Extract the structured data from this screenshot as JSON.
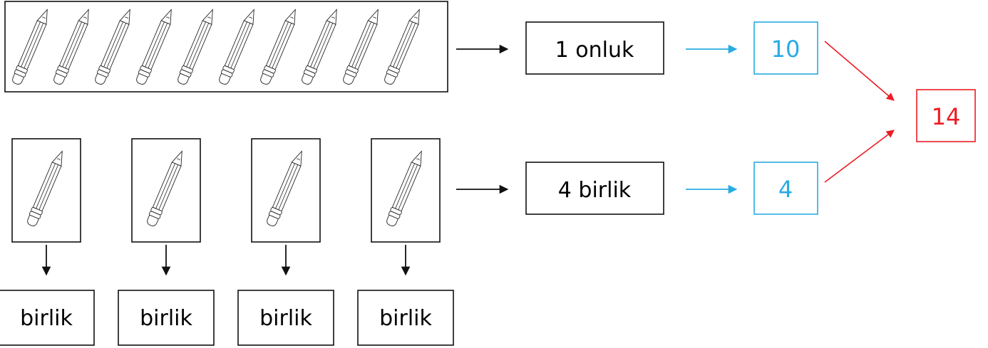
{
  "ten_group": {
    "pencil_count": 10,
    "result_label": "1 onluk",
    "value": "10"
  },
  "ones_group": {
    "pencil_count": 4,
    "unit_label": "birlik",
    "result_label": "4 birlik",
    "value": "4"
  },
  "total": "14",
  "colors": {
    "black": "#111111",
    "blue": "#29abe2",
    "red": "#ed1c24"
  },
  "icons": {
    "pencil": "pencil-icon",
    "arrow": "arrow-right-icon"
  }
}
